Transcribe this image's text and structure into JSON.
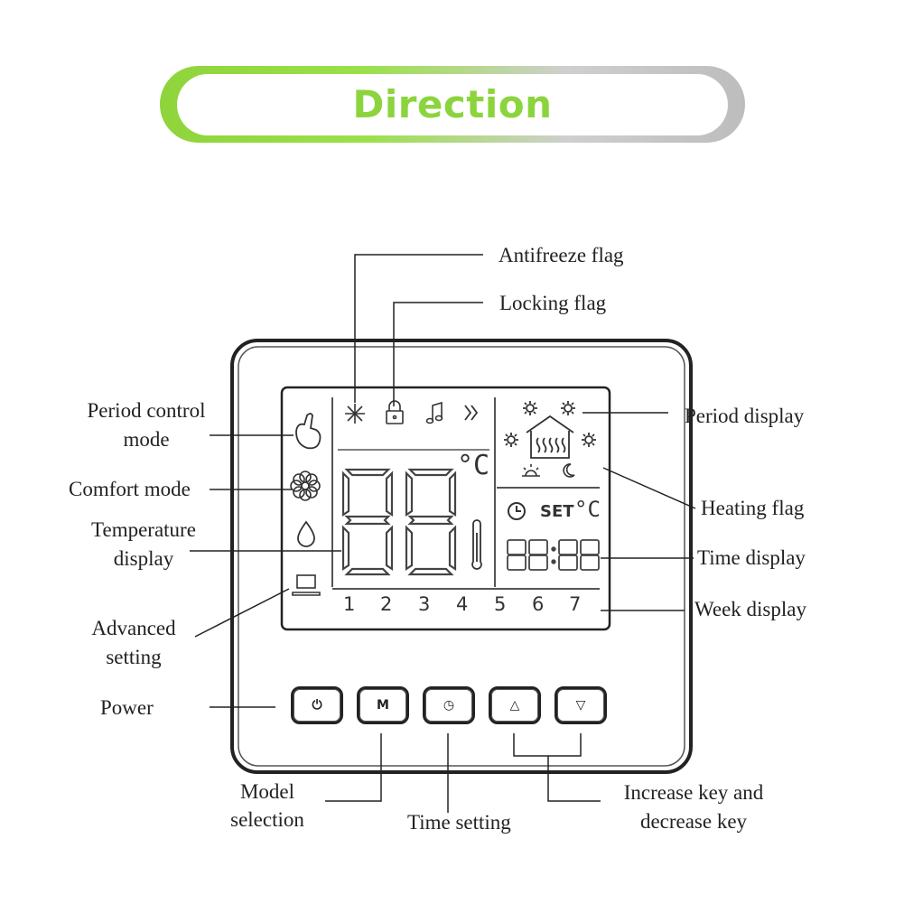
{
  "title": "Direction",
  "labels": {
    "antifreeze": "Antifreeze flag",
    "locking": "Locking flag",
    "period_control_1": "Period control",
    "period_control_2": "mode",
    "comfort": "Comfort mode",
    "temperature_1": "Temperature",
    "temperature_2": "display",
    "advanced_1": "Advanced",
    "advanced_2": "setting",
    "power": "Power",
    "model_1": "Model",
    "model_2": "selection",
    "time_setting": "Time setting",
    "incdec_1": "Increase key and",
    "incdec_2": "decrease key",
    "period_display": "Period display",
    "heating_flag": "Heating flag",
    "time_display": "Time display",
    "week_display": "Week display"
  },
  "lcd": {
    "temp_unit": "°C",
    "set_label": "SET",
    "set_unit": "°C",
    "time": "88:88",
    "weekdays": [
      "1",
      "2",
      "3",
      "4",
      "5",
      "6",
      "7"
    ]
  },
  "keys": {
    "power": "⏻",
    "mode": "M",
    "clock": "◷",
    "up": "△",
    "down": "▽"
  },
  "colors": {
    "title": "#8cd43e",
    "line": "#222222"
  }
}
